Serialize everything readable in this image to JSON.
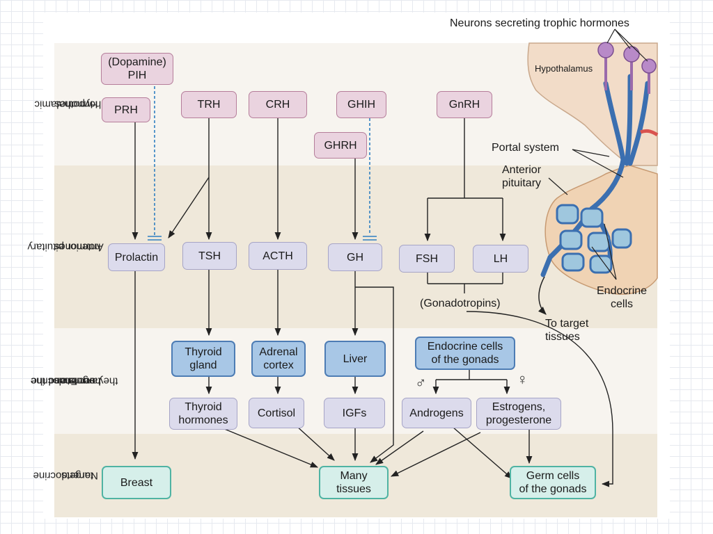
{
  "row_labels": {
    "hypothalamic": [
      "Hypothalamic",
      "hormones"
    ],
    "anterior": [
      "Anterior pituitary",
      "hormones"
    ],
    "endocrine_targets": [
      "Endocrine",
      "targets and the",
      "hormones",
      "they secrete"
    ],
    "nonendocrine": [
      "Nonendocrine",
      "targets"
    ]
  },
  "hypothalamic": {
    "pih": [
      "(Dopamine)",
      "PIH"
    ],
    "prh": "PRH",
    "trh": "TRH",
    "crh": "CRH",
    "ghih": "GHIH",
    "ghrh": "GHRH",
    "gnrh": "GnRH"
  },
  "anterior": {
    "prolactin": "Prolactin",
    "tsh": "TSH",
    "acth": "ACTH",
    "gh": "GH",
    "fsh": "FSH",
    "lh": "LH",
    "gonadotropins": "(Gonadotropins)"
  },
  "targets": {
    "thyroid_gland": [
      "Thyroid",
      "gland"
    ],
    "adrenal_cortex": [
      "Adrenal",
      "cortex"
    ],
    "liver": "Liver",
    "gonad_cells": [
      "Endocrine cells",
      "of the gonads"
    ],
    "male_symbol": "♂",
    "female_symbol": "♀"
  },
  "products": {
    "thyroid_hormones": [
      "Thyroid",
      "hormones"
    ],
    "cortisol": "Cortisol",
    "igfs": "IGFs",
    "androgens": "Androgens",
    "estrogens": [
      "Estrogens,",
      "progesterone"
    ]
  },
  "nonendocrine": {
    "breast": "Breast",
    "many_tissues": [
      "Many",
      "tissues"
    ],
    "germ_cells": [
      "Germ cells",
      "of the gonads"
    ]
  },
  "illustration": {
    "neurons_title": "Neurons secreting trophic hormones",
    "hypothalamus": "Hypothalamus",
    "portal_system": "Portal system",
    "anterior_pituitary": [
      "Anterior",
      "pituitary"
    ],
    "endocrine_cells": [
      "Endocrine",
      "cells"
    ],
    "to_target_tissues": [
      "To target",
      "tissues"
    ]
  },
  "colors": {
    "hypothalamic_box": "#ead3df",
    "pituitary_box": "#dcdbec",
    "endocrine_target_box": "#a8c7e6",
    "nonendocrine_box": "#d6efea",
    "inhibitory_line": "#2f7fc1",
    "band_beige": "#ede6d8"
  }
}
